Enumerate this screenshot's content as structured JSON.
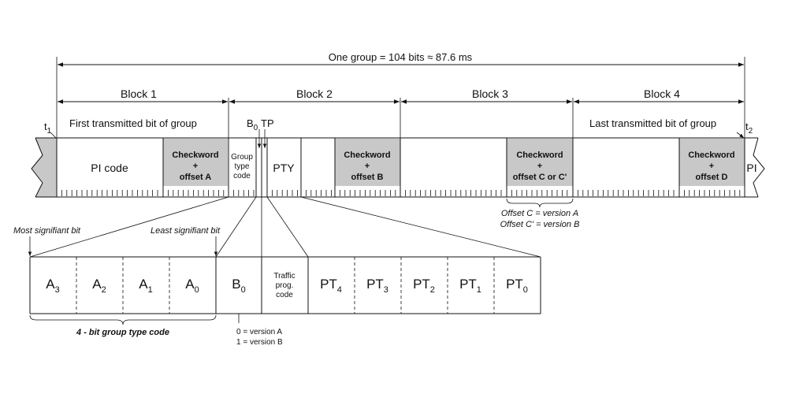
{
  "group": {
    "title": "One group = 104 bits ≈ 87.6 ms"
  },
  "blocks": [
    "Block 1",
    "Block 2",
    "Block 3",
    "Block 4"
  ],
  "markers": {
    "first": "First transmitted bit of group",
    "last": "Last transmitted bit of group",
    "b0": "B",
    "b0_sub": "0",
    "tp": "TP",
    "t1": "t",
    "t1_sub": "1",
    "t2": "t",
    "t2_sub": "2"
  },
  "stream": {
    "pi_code": "PI code",
    "group_type_code": [
      "Group",
      "type",
      "code"
    ],
    "pty": "PTY",
    "pi_next": "PI",
    "checkwords": [
      [
        "Checkword",
        "+",
        "offset A"
      ],
      [
        "Checkword",
        "+",
        "offset B"
      ],
      [
        "Checkword",
        "+",
        "offset C or C'"
      ],
      [
        "Checkword",
        "+",
        "offset D"
      ]
    ]
  },
  "offset_notes": [
    "Offset C = version A",
    "Offset C' = version B"
  ],
  "bit_labels": {
    "msb": "Most signifiant bit",
    "lsb": "Least signifiant bit"
  },
  "fields": [
    {
      "main": "A",
      "sub": "3"
    },
    {
      "main": "A",
      "sub": "2"
    },
    {
      "main": "A",
      "sub": "1"
    },
    {
      "main": "A",
      "sub": "0"
    },
    {
      "main": "B",
      "sub": "0"
    },
    {
      "lines": [
        "Traffic",
        "prog.",
        "code"
      ]
    },
    {
      "main": "PT",
      "sub": "4"
    },
    {
      "main": "PT",
      "sub": "3"
    },
    {
      "main": "PT",
      "sub": "2"
    },
    {
      "main": "PT",
      "sub": "1"
    },
    {
      "main": "PT",
      "sub": "0"
    }
  ],
  "group_code_label": "4 - bit group type code",
  "version_notes": [
    "0 = version A",
    "1 = version B"
  ]
}
